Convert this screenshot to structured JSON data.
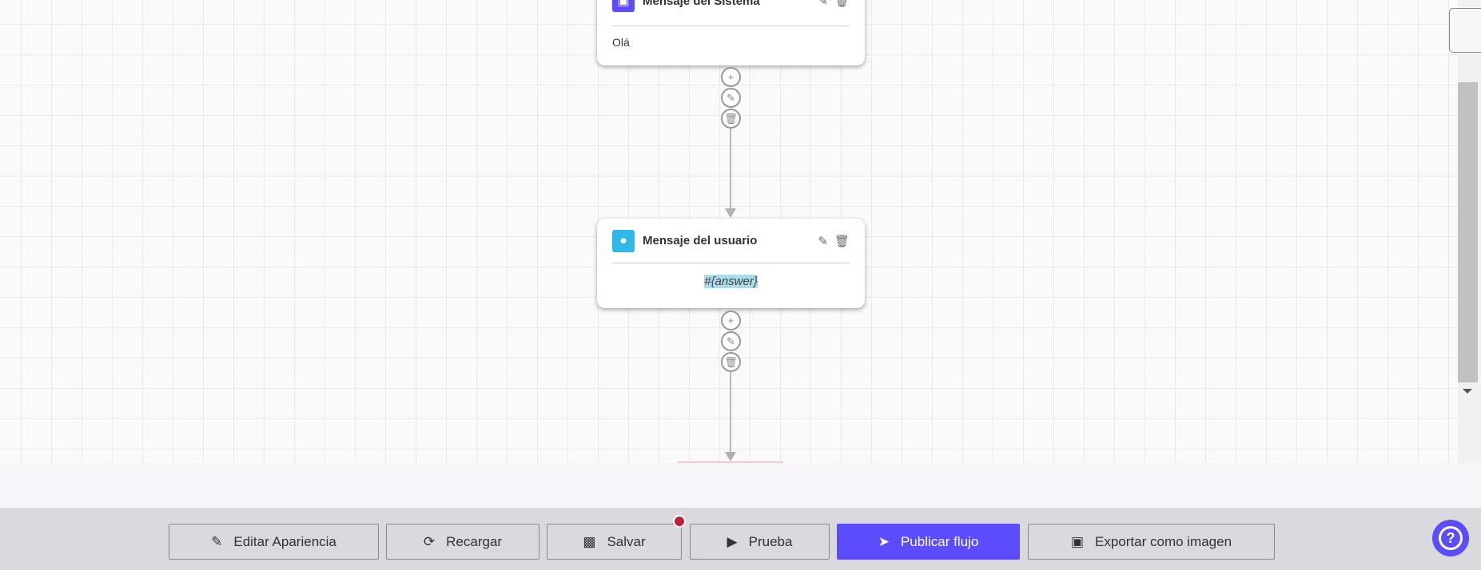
{
  "nodes": [
    {
      "title": "Mensaje del Sistema",
      "body": "Olá",
      "icon": "robot-icon",
      "color": "#5b4dfe"
    },
    {
      "title": "Mensaje del usuario",
      "body": "#{answer}",
      "icon": "user-icon",
      "color": "#2fb8e9"
    }
  ],
  "toolbar": {
    "edit": "Editar Apariencia",
    "reload": "Recargar",
    "save": "Salvar",
    "test": "Prueba",
    "publish": "Publicar flujo",
    "export": "Exportar como imagen"
  },
  "colors": {
    "accent": "#5b4dfe",
    "unsaved_dot": "#c0203a",
    "answer_highlight": "#acdce8"
  }
}
